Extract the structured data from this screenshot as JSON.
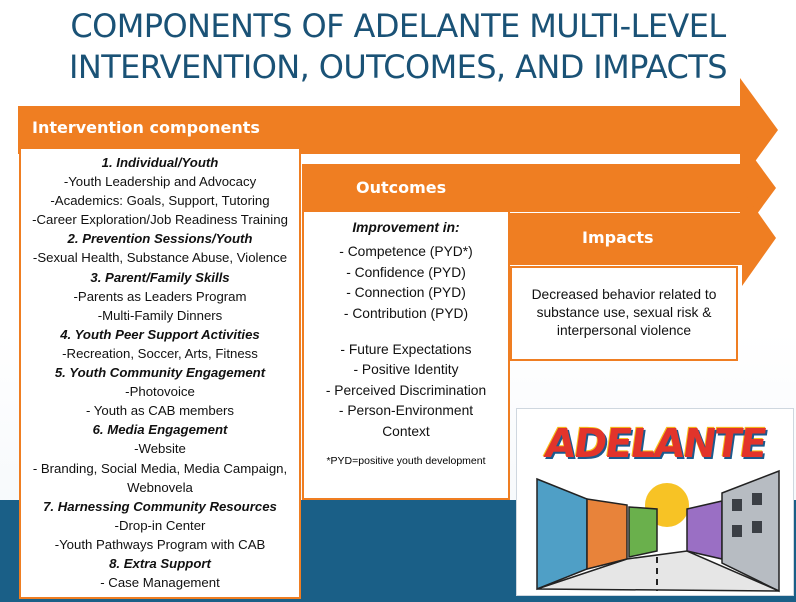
{
  "title": {
    "line1": "COMPONENTS OF ADELANTE MULTI-LEVEL",
    "line2": "INTERVENTION, OUTCOMES, AND IMPACTS"
  },
  "colors": {
    "title": "#1a5276",
    "arrow": "#ef7e22",
    "band": "#1a5f87"
  },
  "arrows": {
    "intervention_label": "Intervention components",
    "outcomes_label": "Outcomes",
    "impacts_label": "Impacts"
  },
  "intervention": [
    {
      "text": "1. Individual/Youth",
      "heading": true
    },
    {
      "text": "-Youth Leadership and Advocacy",
      "heading": false
    },
    {
      "text": "-Academics: Goals, Support, Tutoring",
      "heading": false
    },
    {
      "text": "-Career Exploration/Job Readiness Training",
      "heading": false
    },
    {
      "text": "2. Prevention Sessions/Youth",
      "heading": true
    },
    {
      "text": "-Sexual Health, Substance Abuse, Violence",
      "heading": false
    },
    {
      "text": "3. Parent/Family Skills",
      "heading": true
    },
    {
      "text": "-Parents as Leaders Program",
      "heading": false
    },
    {
      "text": "-Multi-Family Dinners",
      "heading": false
    },
    {
      "text": "4. Youth Peer Support Activities",
      "heading": true
    },
    {
      "text": "-Recreation, Soccer, Arts, Fitness",
      "heading": false
    },
    {
      "text": "5. Youth Community Engagement",
      "heading": true
    },
    {
      "text": "-Photovoice",
      "heading": false
    },
    {
      "text": "- Youth as CAB members",
      "heading": false
    },
    {
      "text": "6. Media Engagement",
      "heading": true
    },
    {
      "text": "-Website",
      "heading": false
    },
    {
      "text": "- Branding, Social Media, Media Campaign,",
      "heading": false
    },
    {
      "text": "Webnovela",
      "heading": false
    },
    {
      "text": "7. Harnessing Community Resources",
      "heading": true
    },
    {
      "text": "-Drop-in Center",
      "heading": false
    },
    {
      "text": "-Youth Pathways Program with CAB",
      "heading": false
    },
    {
      "text": "8. Extra Support",
      "heading": true
    },
    {
      "text": "- Case Management",
      "heading": false
    }
  ],
  "outcomes": {
    "heading": "Improvement in:",
    "group1": [
      "- Competence (PYD*)",
      "- Confidence (PYD)",
      "- Connection (PYD)",
      "- Contribution (PYD)"
    ],
    "group2": [
      "- Future Expectations",
      "- Positive Identity",
      "- Perceived Discrimination",
      "- Person-Environment",
      "Context"
    ],
    "footnote": "*PYD=positive youth development"
  },
  "impacts": {
    "lines": [
      "Decreased behavior related to",
      "substance use, sexual risk &",
      "interpersonal violence"
    ]
  },
  "logo": {
    "wordmark": "ADELANTE"
  }
}
